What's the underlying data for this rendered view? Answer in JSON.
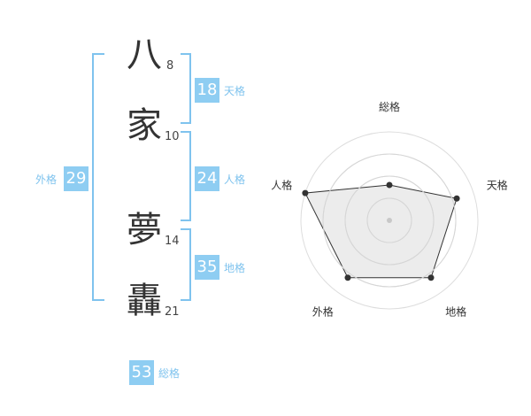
{
  "name_chars": [
    {
      "char": "八",
      "strokes": "8"
    },
    {
      "char": "家",
      "strokes": "10"
    },
    {
      "char": "夢",
      "strokes": "14"
    },
    {
      "char": "轟",
      "strokes": "21"
    }
  ],
  "fortunes": {
    "tenkaku": {
      "value": "18",
      "label": "天格"
    },
    "jinkaku": {
      "value": "24",
      "label": "人格"
    },
    "chikaku": {
      "value": "35",
      "label": "地格"
    },
    "gaikaku": {
      "value": "29",
      "label": "外格"
    },
    "soukaku": {
      "value": "53",
      "label": "総格"
    }
  },
  "chart_data": {
    "type": "radar",
    "axes": [
      "総格",
      "天格",
      "地格",
      "外格",
      "人格"
    ],
    "values": [
      2,
      4,
      4,
      4,
      5
    ],
    "max": 5,
    "rings": 4
  }
}
